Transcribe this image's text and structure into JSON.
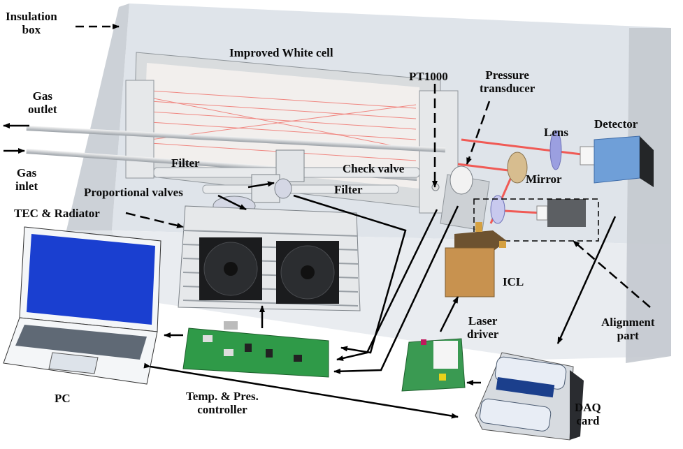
{
  "diagram": {
    "type": "system-schematic",
    "title": "Gas sensing system layout",
    "components": [
      {
        "id": "insulation_box",
        "label_lines": [
          "Insulation",
          "box"
        ]
      },
      {
        "id": "white_cell",
        "label_lines": [
          "Improved White cell"
        ]
      },
      {
        "id": "pt1000",
        "label_lines": [
          "PT1000"
        ]
      },
      {
        "id": "pressure_transducer",
        "label_lines": [
          "Pressure",
          "transducer"
        ]
      },
      {
        "id": "gas_outlet",
        "label_lines": [
          "Gas",
          "outlet"
        ]
      },
      {
        "id": "gas_inlet",
        "label_lines": [
          "Gas",
          "inlet"
        ]
      },
      {
        "id": "filter_1",
        "label_lines": [
          "Filter"
        ]
      },
      {
        "id": "filter_2",
        "label_lines": [
          "Filter"
        ]
      },
      {
        "id": "check_valve",
        "label_lines": [
          "Check valve"
        ]
      },
      {
        "id": "proportional_valves",
        "label_lines": [
          "Proportional valves"
        ]
      },
      {
        "id": "tec_radiator",
        "label_lines": [
          "TEC & Radiator"
        ]
      },
      {
        "id": "lens",
        "label_lines": [
          "Lens"
        ]
      },
      {
        "id": "detector",
        "label_lines": [
          "Detector"
        ]
      },
      {
        "id": "mirror",
        "label_lines": [
          "Mirror"
        ]
      },
      {
        "id": "icl",
        "label_lines": [
          "ICL"
        ]
      },
      {
        "id": "laser_driver",
        "label_lines": [
          "Laser",
          "driver"
        ]
      },
      {
        "id": "alignment_part",
        "label_lines": [
          "Alignment",
          "part"
        ]
      },
      {
        "id": "pc",
        "label_lines": [
          "PC"
        ]
      },
      {
        "id": "controller",
        "label_lines": [
          "Temp. & Pres.",
          "controller"
        ]
      },
      {
        "id": "daq_card",
        "label_lines": [
          "DAQ",
          "card"
        ]
      }
    ],
    "connections": [
      {
        "from": "pt1000",
        "to": "controller"
      },
      {
        "from": "pressure_transducer",
        "to": "controller"
      },
      {
        "from": "proportional_valves",
        "to": "controller"
      },
      {
        "from": "controller",
        "to": "tec_radiator"
      },
      {
        "from": "controller",
        "to": "pc"
      },
      {
        "from": "pc",
        "to": "daq_card",
        "bidirectional": true
      },
      {
        "from": "daq_card",
        "to": "laser_driver"
      },
      {
        "from": "laser_driver",
        "to": "icl"
      },
      {
        "from": "detector",
        "to": "daq_card"
      }
    ],
    "colors": {
      "box_face": "#dfe4ea",
      "box_side": "#c6ccd3",
      "laser_beam": "#f0605a",
      "detector": "#6f9fd8",
      "icl": "#c8924f",
      "pcb": "#2f9a48",
      "laptop_screen": "#1a3fd0"
    }
  }
}
